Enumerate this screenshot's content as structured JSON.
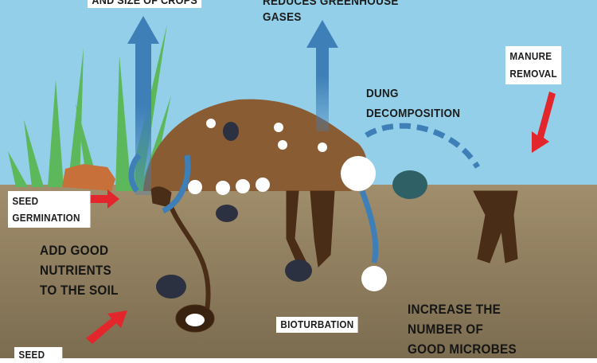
{
  "labels": {
    "crops": "AND SIZE OF CROPS",
    "greenhouse_line1": "REDUCES GREENHOUSE",
    "greenhouse_line2": "GASES",
    "manure_removal": "MANURE\nREMOVAL",
    "dung_decomposition": "DUNG\nDECOMPOSITION",
    "seed_germination": "SEED\nGERMINATION",
    "nutrients": "ADD GOOD\nNUTRIENTS\nTO THE SOIL",
    "bioturbation": "BIOTURBATION",
    "microbes": "INCREASE THE\nNUMBER OF\nGOOD MICROBES",
    "seed_bottom": "SEED"
  },
  "colors": {
    "sky": "#93cfe8",
    "soil": "#857556",
    "dung": "#8a5c33",
    "arrow_blue": "#3f7fb8",
    "arrow_red": "#e2262b",
    "grass": "#5cb85a"
  }
}
